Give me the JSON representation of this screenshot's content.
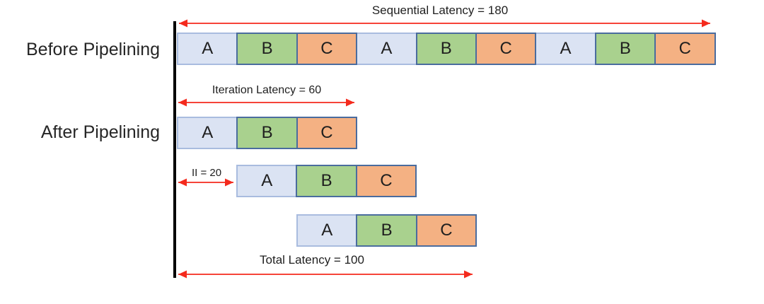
{
  "labels": {
    "before_pipelining": "Before Pipelining",
    "after_pipelining": "After Pipelining"
  },
  "annotations": {
    "sequential_latency": "Sequential Latency = 180",
    "iteration_latency": "Iteration Latency = 60",
    "initiation_interval": "II = 20",
    "total_latency": "Total Latency = 100"
  },
  "values": {
    "sequential_latency": 180,
    "iteration_latency": 60,
    "initiation_interval": 20,
    "total_latency": 100
  },
  "stages": [
    "A",
    "B",
    "C"
  ],
  "rows": [
    {
      "name": "before-pipelining-timeline",
      "blocks": [
        "A",
        "B",
        "C",
        "A",
        "B",
        "C",
        "A",
        "B",
        "C"
      ]
    },
    {
      "name": "after-pipelining-iteration-1",
      "blocks": [
        "A",
        "B",
        "C"
      ]
    },
    {
      "name": "after-pipelining-iteration-2",
      "blocks": [
        "A",
        "B",
        "C"
      ]
    },
    {
      "name": "after-pipelining-iteration-3",
      "blocks": [
        "A",
        "B",
        "C"
      ]
    }
  ],
  "colors": {
    "stage_a_fill": "#dbe3f3",
    "stage_a_border": "#a9bcdf",
    "stage_b_fill": "#a9d18e",
    "stage_c_fill": "#f4b183",
    "stage_bc_border": "#4a6c9e",
    "arrow": "#f42a1d",
    "axis_line": "#000000"
  }
}
